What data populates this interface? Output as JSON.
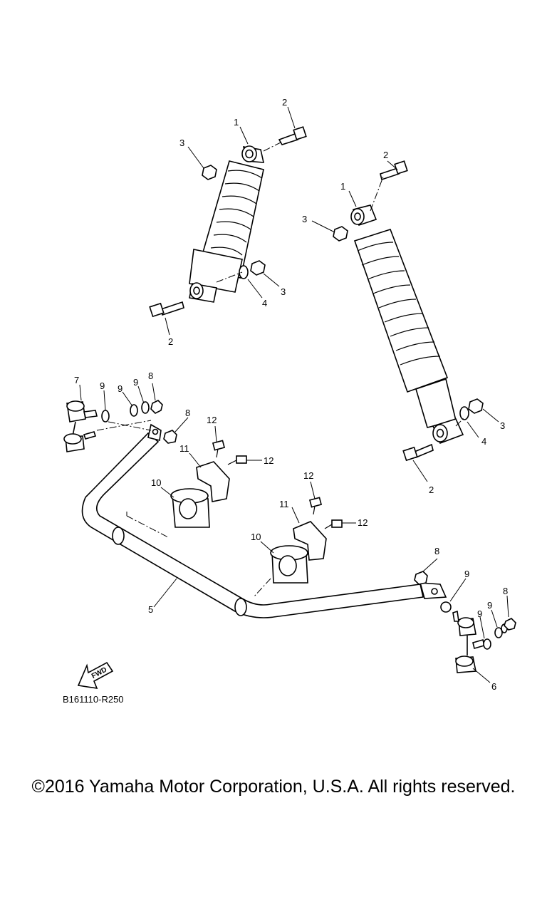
{
  "diagram": {
    "callouts": [
      "1",
      "2",
      "3",
      "4",
      "5",
      "6",
      "7",
      "8",
      "9",
      "10",
      "11",
      "12"
    ],
    "code": "B161110-R250",
    "fwd_label": "FWD",
    "copyright": "©2016 Yamaha Motor Corporation, U.S.A. All rights reserved."
  }
}
